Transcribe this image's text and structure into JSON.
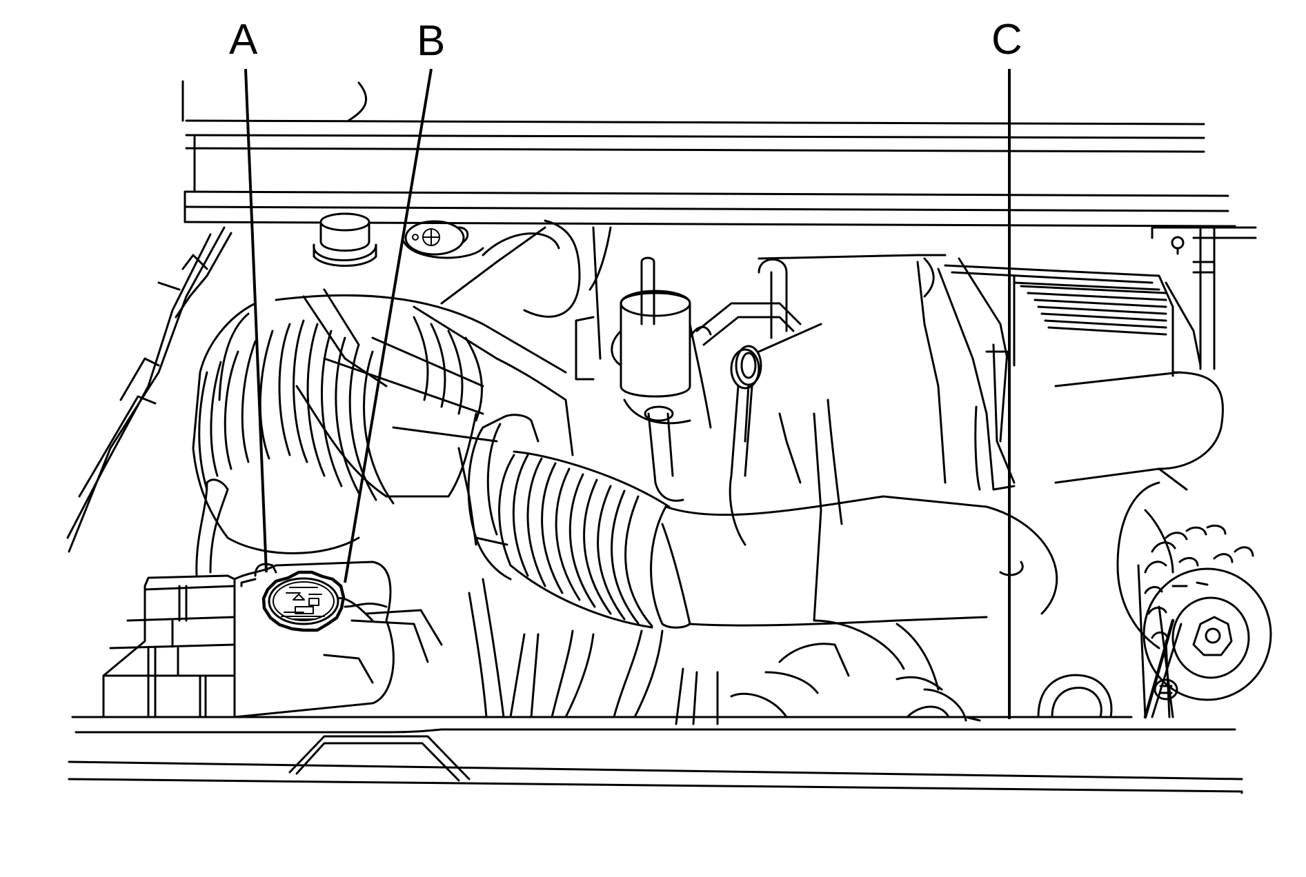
{
  "diagram": {
    "callouts": [
      {
        "id": "A",
        "label": "A"
      },
      {
        "id": "B",
        "label": "B"
      },
      {
        "id": "C",
        "label": "C"
      }
    ]
  }
}
